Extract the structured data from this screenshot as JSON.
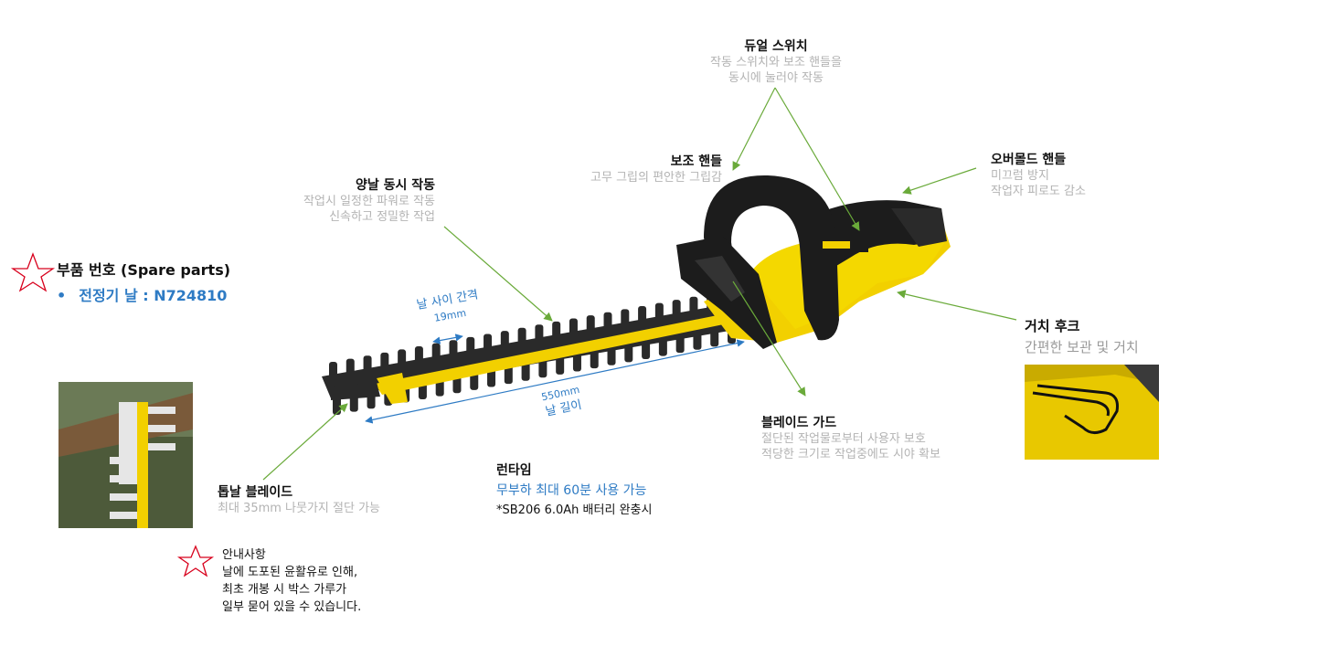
{
  "spare_parts": {
    "title": "부품 번호 (Spare parts)",
    "bullet": "•",
    "item": "전정기 날 : N724810",
    "icon": "red-star-icon"
  },
  "callouts": {
    "dual_switch": {
      "title": "듀얼 스위치",
      "line1": "작동 스위치와 보조 핸들을",
      "line2": "동시에 눌러야 작동"
    },
    "aux_handle": {
      "title": "보조 핸들",
      "line1": "고무 그립의 편안한 그립감"
    },
    "overmold": {
      "title": "오버몰드 핸들",
      "line1": "미끄럼 방지",
      "line2": "작업자 피로도 감소"
    },
    "dual_blade": {
      "title": "양날 동시 작동",
      "line1": "작업시 일정한 파워로 작동",
      "line2": "신속하고 정밀한 작업"
    },
    "hook": {
      "title": "거치 후크",
      "line1": "간편한 보관 및 거치"
    },
    "blade_guard": {
      "title": "블레이드 가드",
      "line1": "절단된 작업물로부터 사용자 보호",
      "line2": "적당한 크기로 작업중에도 시야 확보"
    },
    "saw_blade": {
      "title": "톱날 블레이드",
      "line1": "최대 35mm 나뭇가지 절단 가능"
    }
  },
  "dimensions": {
    "gap_label": "날 사이 간격",
    "gap_value": "19mm",
    "length_value": "550mm",
    "length_label": "날 길이"
  },
  "runtime": {
    "title": "런타임",
    "line1": "무부하 최대 60분 사용 가능",
    "line2": "*SB206 6.0Ah 배터리 완충시"
  },
  "notice": {
    "title": "안내사항",
    "line1": "날에 도포된 윤활유로 인해,",
    "line2": "최초 개봉 시 박스 가루가",
    "line3": "일부 묻어 있을 수 있습니다."
  },
  "colors": {
    "arrow_green": "#6aaa3a",
    "dim_blue": "#2e7bc4",
    "tool_yellow": "#f2d000",
    "tool_black": "#1c1c1c",
    "blade_gray": "#2a2a2a",
    "star_red": "#d8001c"
  }
}
